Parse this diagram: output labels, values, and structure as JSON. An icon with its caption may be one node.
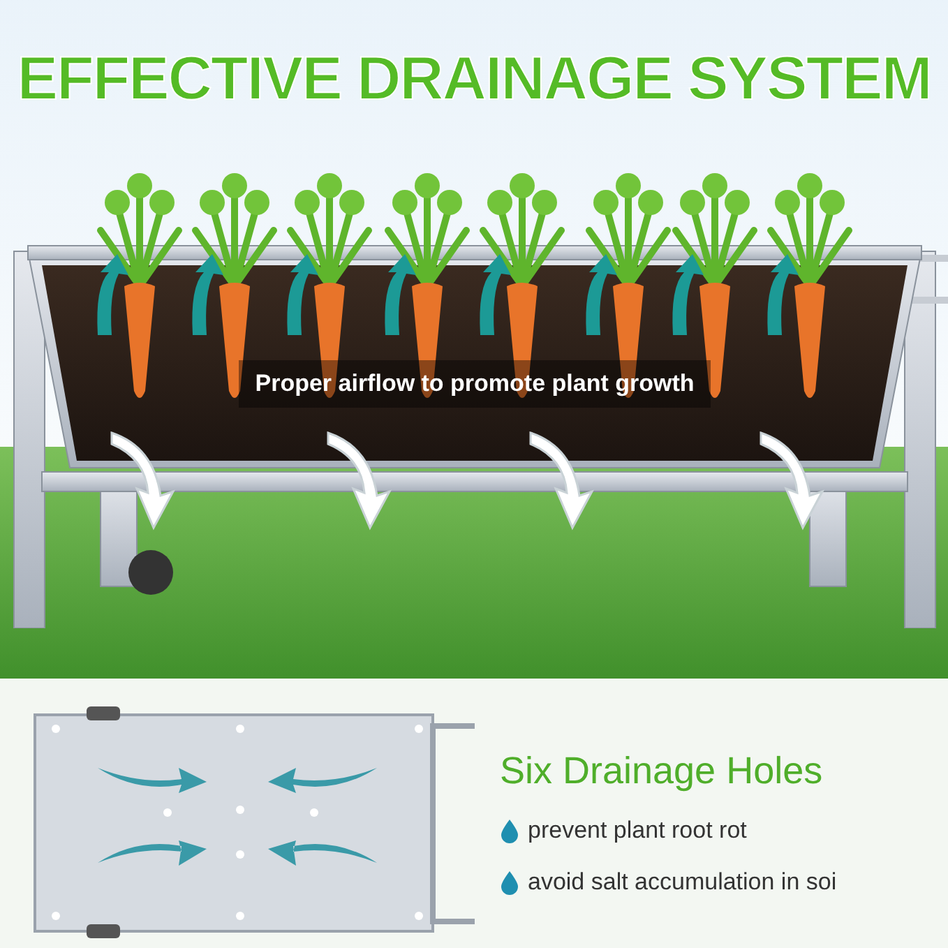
{
  "diagram": {
    "title": "EFFECTIVE DRAINAGE SYSTEM",
    "labels": [
      "Proper airflow to promote plant growth",
      "Six Drainage Holes",
      "prevent plant root rot",
      "avoid salt accumulation in soi"
    ]
  }
}
